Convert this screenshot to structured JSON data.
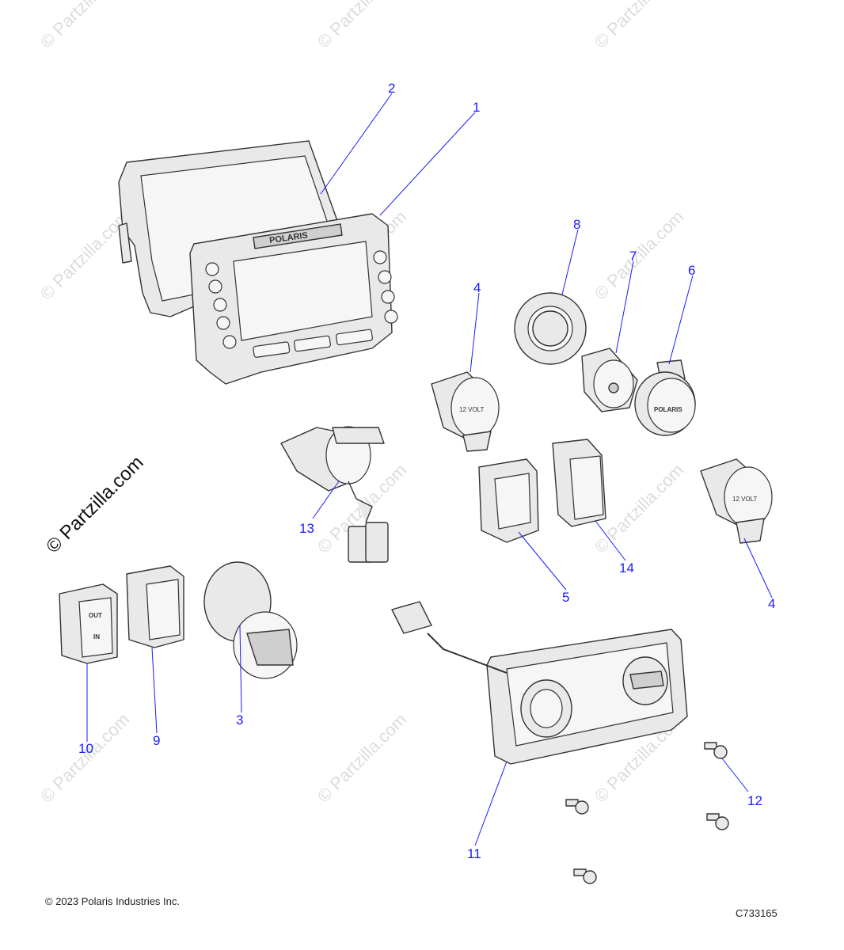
{
  "watermark": "© Partzilla.com",
  "copyright": "© 2023 Polaris Industries Inc.",
  "drawing_id": "C733165",
  "display_brand": "POLARIS",
  "socket_label": "12 VOLT",
  "socket_cap_brand": "POLARIS",
  "switch_out_label": "OUT",
  "switch_in_label": "IN",
  "callouts": [
    {
      "id": "c1",
      "number": "1"
    },
    {
      "id": "c2",
      "number": "2"
    },
    {
      "id": "c3",
      "number": "3"
    },
    {
      "id": "c4a",
      "number": "4"
    },
    {
      "id": "c4b",
      "number": "4"
    },
    {
      "id": "c5",
      "number": "5"
    },
    {
      "id": "c6",
      "number": "6"
    },
    {
      "id": "c7",
      "number": "7"
    },
    {
      "id": "c8",
      "number": "8"
    },
    {
      "id": "c9",
      "number": "9"
    },
    {
      "id": "c10",
      "number": "10"
    },
    {
      "id": "c11",
      "number": "11"
    },
    {
      "id": "c12",
      "number": "12"
    },
    {
      "id": "c13",
      "number": "13"
    },
    {
      "id": "c14",
      "number": "14"
    }
  ]
}
